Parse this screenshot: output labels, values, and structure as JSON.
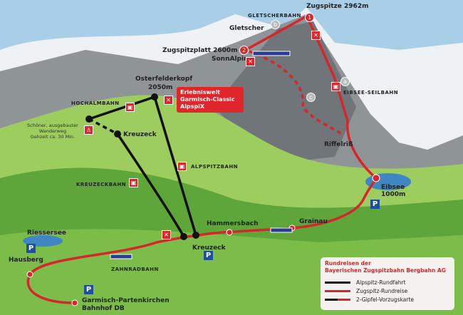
{
  "places": {
    "zugspitze": "Zugspitze 2962m",
    "gletscherbahn": "GLETSCHERBAHN",
    "gletscher": "Gletscher",
    "zugspitzplatt": "Zugspitzplatt 2600m",
    "sonnalpin": "SonnAlpin",
    "eibsee_seilbahn": "EIBSEE-SEILBAHN",
    "riffelriss": "Riffelriß",
    "eibsee": "Eibsee",
    "eibsee_alt": "1000m",
    "osterfelderkopf": "Osterfelderkopf",
    "osterfelderkopf_alt": "2050m",
    "hochalmbahn": "HOCHALMBAHN",
    "kreuzeck": "Kreuzeck",
    "kreuzeckbahn": "KREUZECKBAHN",
    "alpspitzbahn": "ALPSPITZBAHN",
    "hammersbach": "Hammersbach",
    "grainau": "Grainau",
    "riessersee": "Riessersee",
    "hausberg": "Hausberg",
    "kreuzeck_station": "Kreuzeck",
    "zahnradbahn": "ZAHNRADBAHN",
    "garmisch": "Garmisch-Partenkirchen",
    "bahnhof": "Bahnhof DB",
    "wanderweg": [
      "Schöner, ausgebauter",
      "Wanderweg",
      "Gehzeit ca. 30 Min."
    ]
  },
  "callout": [
    "Erlebniswelt",
    "Garmisch-Classic",
    "AlpspiX"
  ],
  "markers": {
    "b": "b",
    "a": "a",
    "c": "c",
    "one": "1",
    "two": "2",
    "parking": "P"
  },
  "legend": {
    "title1": "Rundreisen der",
    "title2": "Bayerischen Zugspitzbahn Bergbahn AG",
    "items": [
      {
        "label": "Alpspitz-Rundfahrt",
        "color": "#111111"
      },
      {
        "label": "Zugspitz-Rundreise",
        "color": "#d7262b"
      },
      {
        "label": "2-Gipfel-Vorzugskarte",
        "color": "#111111"
      }
    ]
  },
  "colors": {
    "red": "#d7262b",
    "black": "#111111",
    "parking": "#1d4f9a"
  }
}
